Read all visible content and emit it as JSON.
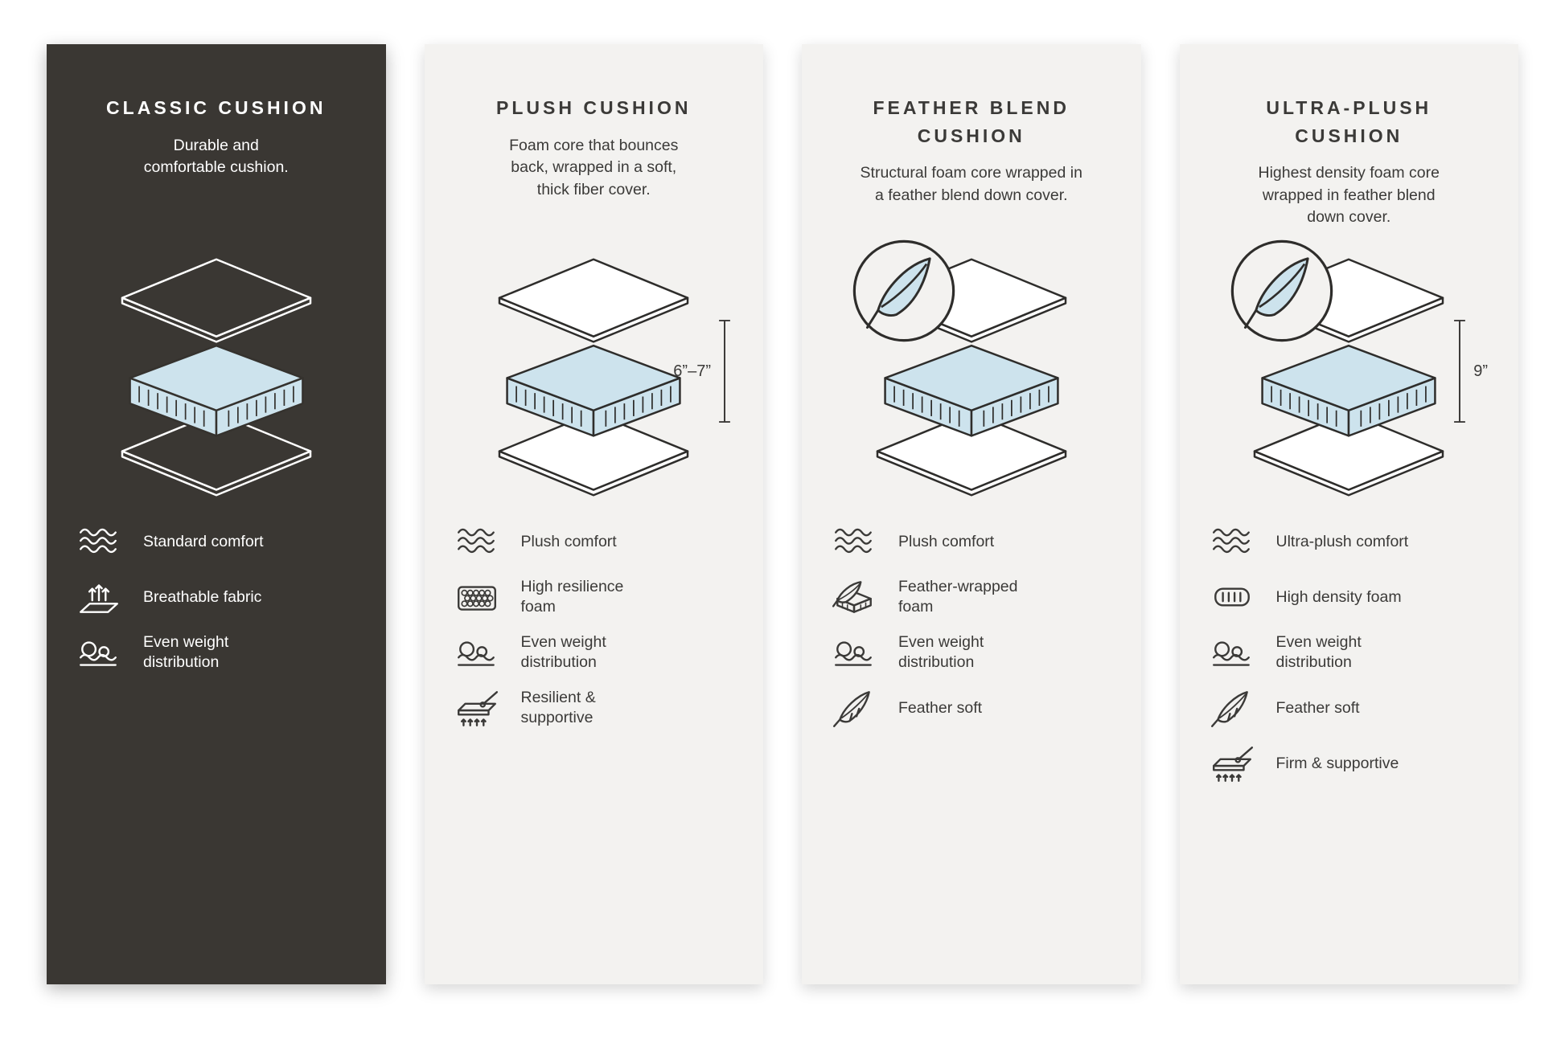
{
  "colors": {
    "dark_panel": "#3a3733",
    "light_panel": "#f3f2f0",
    "foam_blue": "#cde3ed",
    "line_dark": "#2e2d2b",
    "text_light": "#ffffff",
    "text_dark": "#3b3a38"
  },
  "panels": [
    {
      "id": "classic-cushion",
      "theme": "dark",
      "title": "CLASSIC CUSHION",
      "description": "Durable and comfortable cushion.",
      "feather_badge": false,
      "features": [
        {
          "icon": "waves-icon",
          "label": "Standard comfort"
        },
        {
          "icon": "breathable-icon",
          "label": "Breathable fabric"
        },
        {
          "icon": "weight-distribution-icon",
          "label": "Even weight distribution"
        }
      ]
    },
    {
      "id": "plush-cushion",
      "theme": "light",
      "title": "PLUSH CUSHION",
      "description": "Foam core that bounces back, wrapped in a soft, thick fiber cover.",
      "measurement": "6”–7”",
      "feather_badge": false,
      "features": [
        {
          "icon": "waves-icon",
          "label": "Plush comfort"
        },
        {
          "icon": "honeycomb-icon",
          "label": "High resilience foam"
        },
        {
          "icon": "weight-distribution-icon",
          "label": "Even weight distribution"
        },
        {
          "icon": "supportive-icon",
          "label": "Resilient & supportive"
        }
      ]
    },
    {
      "id": "feather-blend-cushion",
      "theme": "light",
      "title": "FEATHER BLEND CUSHION",
      "description": "Structural foam core wrapped in a feather blend down cover.",
      "feather_badge": true,
      "features": [
        {
          "icon": "waves-icon",
          "label": "Plush comfort"
        },
        {
          "icon": "feather-foam-icon",
          "label": "Feather-wrapped foam"
        },
        {
          "icon": "weight-distribution-icon",
          "label": "Even weight distribution"
        },
        {
          "icon": "feather-icon",
          "label": "Feather soft"
        }
      ]
    },
    {
      "id": "ultra-plush-cushion",
      "theme": "light",
      "title": "ULTRA-PLUSH CUSHION",
      "description": "Highest density foam core wrapped in feather blend down cover.",
      "measurement": "9”",
      "feather_badge": true,
      "features": [
        {
          "icon": "waves-icon",
          "label": "Ultra-plush comfort"
        },
        {
          "icon": "density-foam-icon",
          "label": "High density foam"
        },
        {
          "icon": "weight-distribution-icon",
          "label": "Even weight distribution"
        },
        {
          "icon": "feather-icon",
          "label": "Feather soft"
        },
        {
          "icon": "supportive-icon",
          "label": "Firm & supportive"
        }
      ]
    }
  ]
}
